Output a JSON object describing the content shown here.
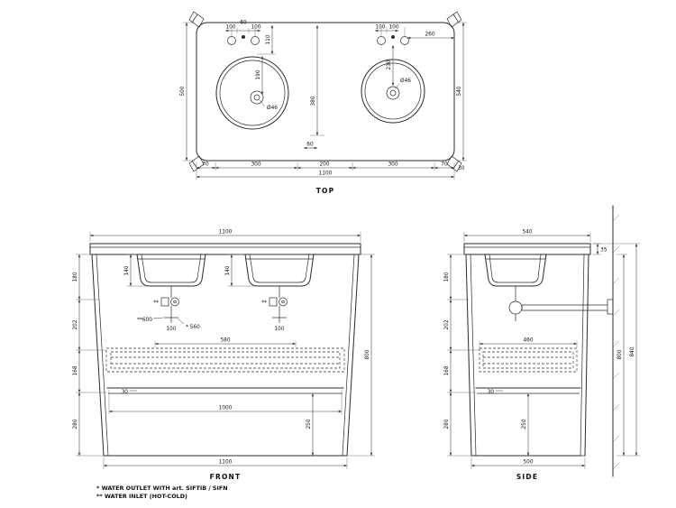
{
  "drawing": {
    "views": {
      "top": {
        "label": "TOP",
        "dims": {
          "faucet_left_a": "100",
          "faucet_left_b": "60",
          "faucet_left_c": "100",
          "faucet_setback": "110",
          "drain_left_depth": "190",
          "basin_left_depth": "380",
          "drain_left_offset": "60",
          "faucet_right_a": "100",
          "faucet_right_b": "100",
          "right_edge_offset": "260",
          "drain_right_depth": "230",
          "drain_left_dia": "Ø46",
          "drain_right_dia": "Ø46",
          "depth_left": "500",
          "depth_right": "540",
          "edge_gap": "30",
          "chain": [
            "70",
            "300",
            "200",
            "300",
            "70"
          ],
          "width_total": "1100"
        }
      },
      "front": {
        "label": "FRONT",
        "dims": {
          "width_top": "1100",
          "basin_left_h": "140",
          "basin_right_h": "140",
          "inlet_mark_left": "**",
          "inlet_mark_right": "**",
          "inlet_height": "**600",
          "inlet_drop_left": "100",
          "inlet_drop_right": "100",
          "outlet_height": "* 560",
          "drawer_width": "580",
          "shelf_thickness": "30",
          "inner_width": "1000",
          "plinth_height": "250",
          "h1": "180",
          "h2": "202",
          "h3": "168",
          "h4": "280",
          "height": "800",
          "width_bottom": "1100"
        }
      },
      "side": {
        "label": "SIDE",
        "dims": {
          "width_top": "540",
          "top_thickness": "35",
          "h1": "180",
          "h2": "202",
          "h3": "168",
          "h4": "280",
          "drawer_depth": "460",
          "shelf_thickness": "30",
          "plinth_height": "250",
          "height": "800",
          "height_total": "840",
          "width_bottom": "500"
        }
      }
    },
    "notes": {
      "outlet": "*  WATER OUTLET WITH art. SIFTIB / SIFN",
      "inlet": "** WATER INLET (HOT-COLD)"
    }
  }
}
